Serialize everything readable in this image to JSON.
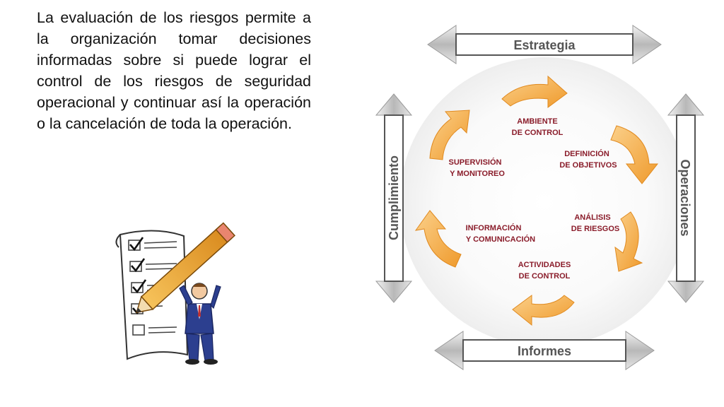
{
  "intro_text": "La evaluación de los riesgos permite a la organización tomar decisiones informadas sobre si puede lograr el control de los riesgos de seguridad operacional y continuar así la operación o la cancelación de toda la operación.",
  "frame": {
    "top": "Estrategia",
    "bottom": "Informes",
    "left": "Cumplimiento",
    "right": "Operaciones"
  },
  "cycle": {
    "ambiente_1": "AMBIENTE",
    "ambiente_2": "DE CONTROL",
    "definicion_1": "DEFINICIÓN",
    "definicion_2": "DE OBJETIVOS",
    "analisis_1": "ANÁLISIS",
    "analisis_2": "DE RIESGOS",
    "actividades_1": "ACTIVIDADES",
    "actividades_2": "DE CONTROL",
    "informacion_1": "INFORMACIÓN",
    "informacion_2": "Y COMUNICACIÓN",
    "supervision_1": "SUPERVISIÓN",
    "supervision_2": "Y MONITOREO"
  },
  "colors": {
    "label": "#8a1c2a",
    "arrow_orange": "#f4a53a",
    "frame_gray": "#c8c8c8"
  }
}
